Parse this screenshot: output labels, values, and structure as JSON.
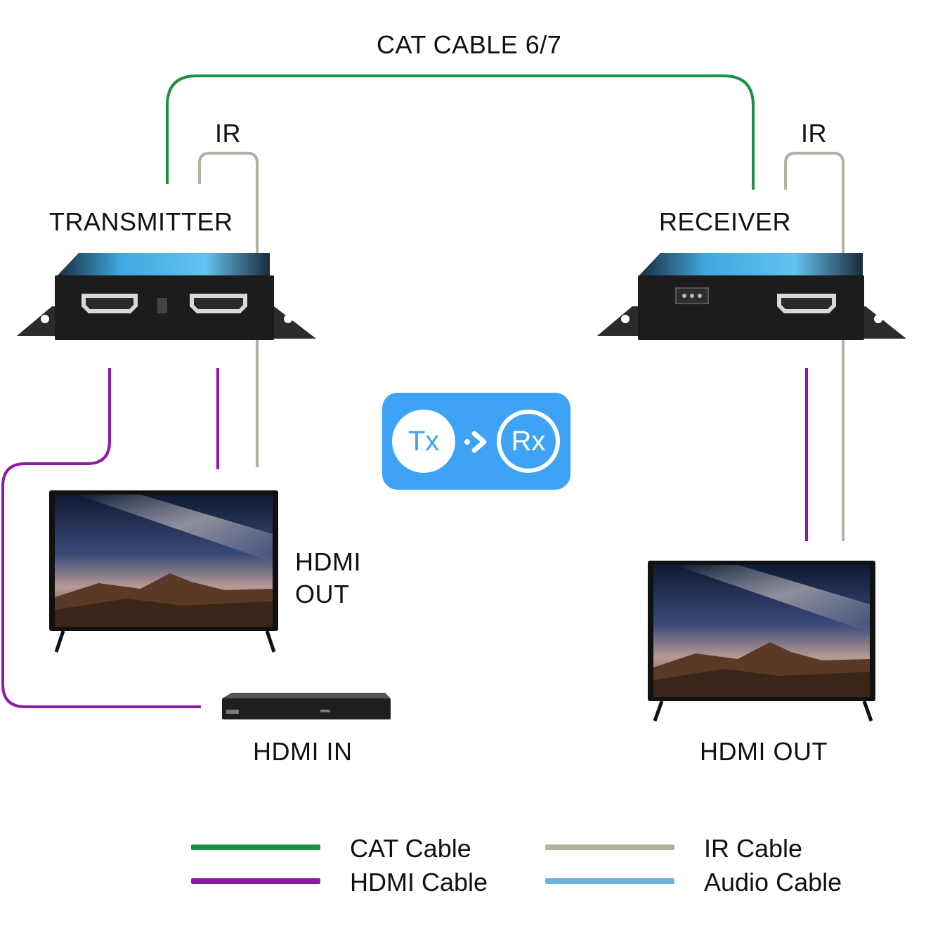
{
  "labels": {
    "cat_cable": "CAT CABLE 6/7",
    "ir_left": "IR",
    "ir_right": "IR",
    "transmitter": "TRANSMITTER",
    "receiver": "RECEIVER",
    "hdmi_out_left_line1": "HDMI",
    "hdmi_out_left_line2": "OUT",
    "hdmi_in": "HDMI IN",
    "hdmi_out_right": "HDMI OUT"
  },
  "badge": {
    "tx": "Tx",
    "rx": "Rx"
  },
  "legend": [
    {
      "label": "CAT Cable",
      "color": "#1e8f3e"
    },
    {
      "label": "HDMI Cable",
      "color": "#8e1aa6"
    },
    {
      "label": "IR Cable",
      "color": "#b4b0a0"
    },
    {
      "label": "Audio Cable",
      "color": "#6ab2dc"
    }
  ],
  "colors": {
    "cat": "#1e8f3e",
    "hdmi": "#8e1aa6",
    "ir": "#b4b0a0",
    "audio": "#6ab2dc",
    "badge": "#3ea2f5"
  }
}
